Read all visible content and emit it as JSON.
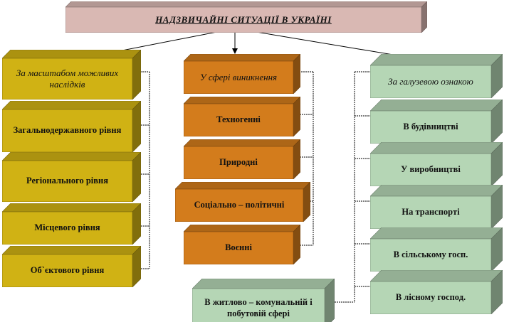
{
  "title": "НАДЗВИЧАЙНІ  СИТУАЦІЇ В УКРАЇНІ",
  "columns": {
    "left": {
      "header": "За масштабом можливих наслідків",
      "items": [
        "Загальнодержавного рівня",
        "Регіонального рівня",
        "Місцевого рівня",
        "Об`єктового рівня"
      ]
    },
    "center": {
      "header": "У сфері виникнення",
      "items": [
        "Техногенні",
        "Природні",
        "Соціально – політичні",
        "Воєнні"
      ]
    },
    "right": {
      "header": "За галузевою ознакою",
      "items": [
        "В будівництві",
        "У виробництві",
        "На транспорті",
        "В сільському  госп.",
        "В лісному господ."
      ],
      "extra": "В  житлово – комунальній і побутовій  сфері"
    }
  },
  "colors": {
    "title": "#d9b8b3",
    "left": "#d0b214",
    "center": "#d37c1c",
    "right": "#b5d6b5"
  }
}
